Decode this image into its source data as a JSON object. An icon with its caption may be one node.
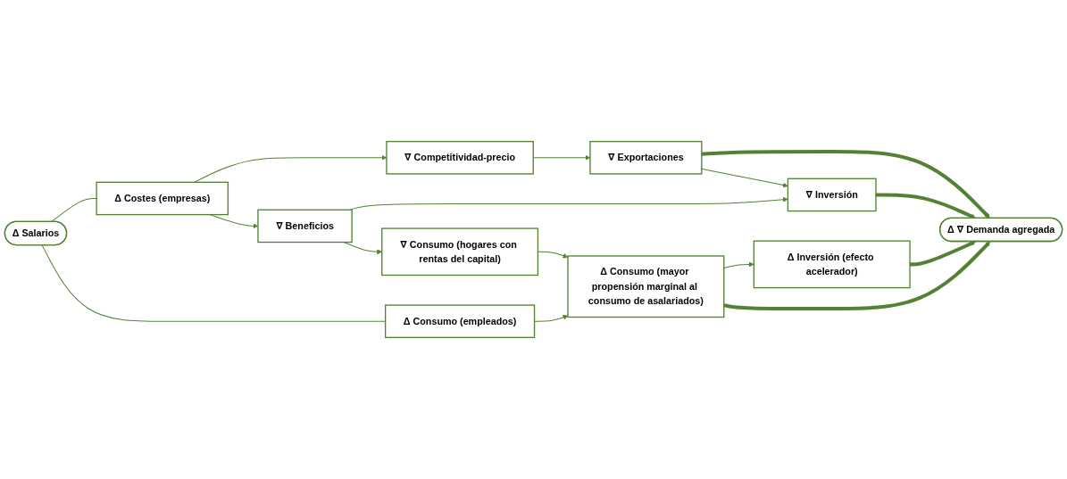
{
  "diagram": {
    "nodes": [
      {
        "text": [
          "Δ Salarios"
        ]
      },
      {
        "text": [
          "Δ Costes (empresas)"
        ]
      },
      {
        "text": [
          "∇ Competitividad-precio"
        ]
      },
      {
        "text": [
          "∇ Exportaciones"
        ]
      },
      {
        "text": [
          "∇ Beneficios"
        ]
      },
      {
        "text": [
          "∇ Inversión"
        ]
      },
      {
        "text": [
          "∇ Consumo (hogares con rentas del capital)"
        ]
      },
      {
        "text": [
          "Δ Inversión (efecto acelerador)"
        ]
      },
      {
        "text": [
          "Δ ∇ Demanda agregada"
        ]
      },
      {
        "text": [
          "Δ Consumo (empleados)"
        ]
      },
      {
        "text": [
          "Δ Consumo (mayor propensión marginal al consumo de asalariados)"
        ]
      }
    ],
    "edges": [
      {
        "from": 0,
        "to": 1,
        "arrow": "none"
      },
      {
        "from": 0,
        "to": 9,
        "arrow": "none"
      },
      {
        "from": 1,
        "to": 2,
        "arrow": "to"
      },
      {
        "from": 1,
        "to": 4,
        "arrow": "to"
      },
      {
        "from": 2,
        "to": 3,
        "arrow": "to"
      },
      {
        "from": 3,
        "to": 5,
        "arrow": "to"
      },
      {
        "from": 4,
        "to": 5,
        "arrow": "to"
      },
      {
        "from": 4,
        "to": 6,
        "arrow": "to"
      },
      {
        "from": 6,
        "to": 10,
        "arrow": "to"
      },
      {
        "from": 9,
        "to": 10,
        "arrow": "to"
      },
      {
        "from": 10,
        "to": 7,
        "arrow": "to"
      },
      {
        "from": 3,
        "to": 8,
        "arrow": "to",
        "style": "thick"
      },
      {
        "from": 5,
        "to": 8,
        "arrow": "to",
        "style": "thick"
      },
      {
        "from": 7,
        "to": 8,
        "arrow": "to",
        "style": "thick"
      },
      {
        "from": 10,
        "to": 8,
        "arrow": "to",
        "style": "thick"
      }
    ]
  }
}
